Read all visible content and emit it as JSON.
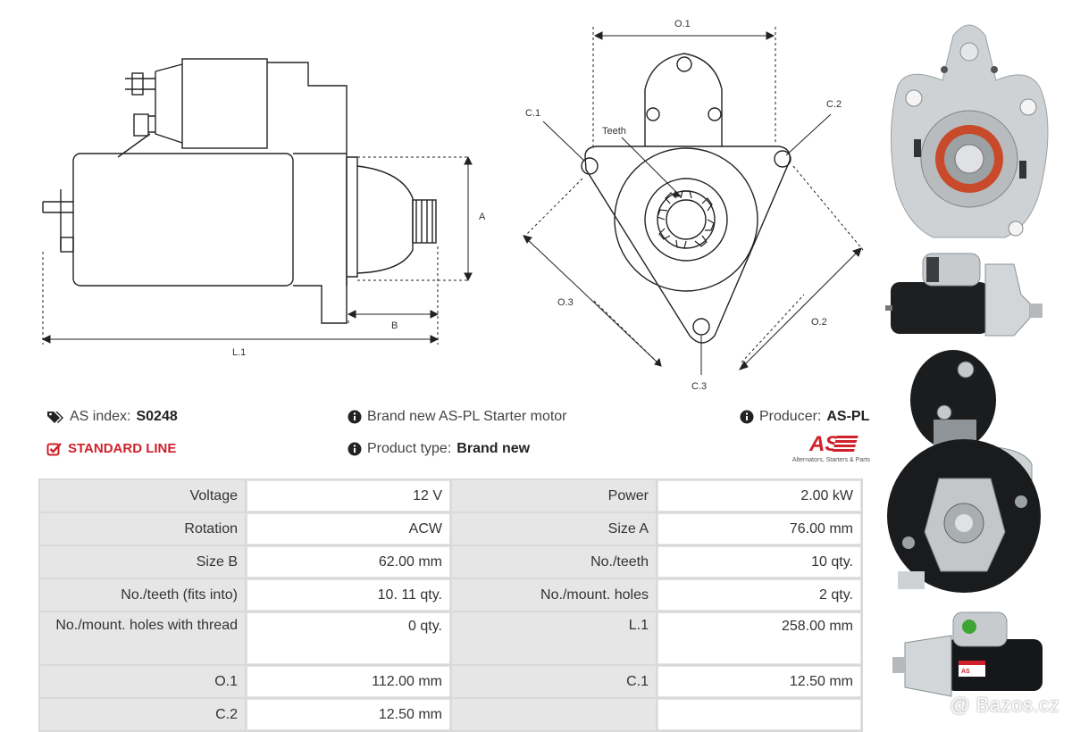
{
  "diagram_side": {
    "labels": {
      "a": "A",
      "b": "B",
      "l1": "L.1"
    }
  },
  "diagram_front": {
    "labels": {
      "o1": "O.1",
      "o2": "O.2",
      "o3": "O.3",
      "c1": "C.1",
      "c2": "C.2",
      "c3": "C.3",
      "teeth": "Teeth"
    }
  },
  "info": {
    "as_index_label": "AS index:",
    "as_index_value": "S0248",
    "standard_line": "STANDARD LINE",
    "description": "Brand new AS-PL Starter motor",
    "product_type_label": "Product type:",
    "product_type_value": "Brand new",
    "producer_label": "Producer:",
    "producer_value": "AS-PL"
  },
  "logo": {
    "mark": "AS",
    "tagline": "Alternators, Starters & Parts",
    "color": "#d0202a"
  },
  "specs": [
    {
      "k1": "Voltage",
      "v1": "12 V",
      "k2": "Power",
      "v2": "2.00 kW"
    },
    {
      "k1": "Rotation",
      "v1": "ACW",
      "k2": "Size A",
      "v2": "76.00 mm"
    },
    {
      "k1": "Size B",
      "v1": "62.00 mm",
      "k2": "No./teeth",
      "v2": "10 qty."
    },
    {
      "k1": "No./teeth (fits into)",
      "v1": "10. 11 qty.",
      "k2": "No./mount. holes",
      "v2": "2 qty."
    },
    {
      "k1": "No./mount. holes with thread",
      "v1": "0 qty.",
      "k2": "L.1",
      "v2": "258.00 mm"
    },
    {
      "k1": "O.1",
      "v1": "112.00 mm",
      "k2": "C.1",
      "v2": "12.50 mm"
    },
    {
      "k1": "C.2",
      "v1": "12.50 mm",
      "k2": "",
      "v2": ""
    }
  ],
  "photo_box": {
    "label_text": "AS",
    "watermark": "@ Bazos.cz"
  }
}
